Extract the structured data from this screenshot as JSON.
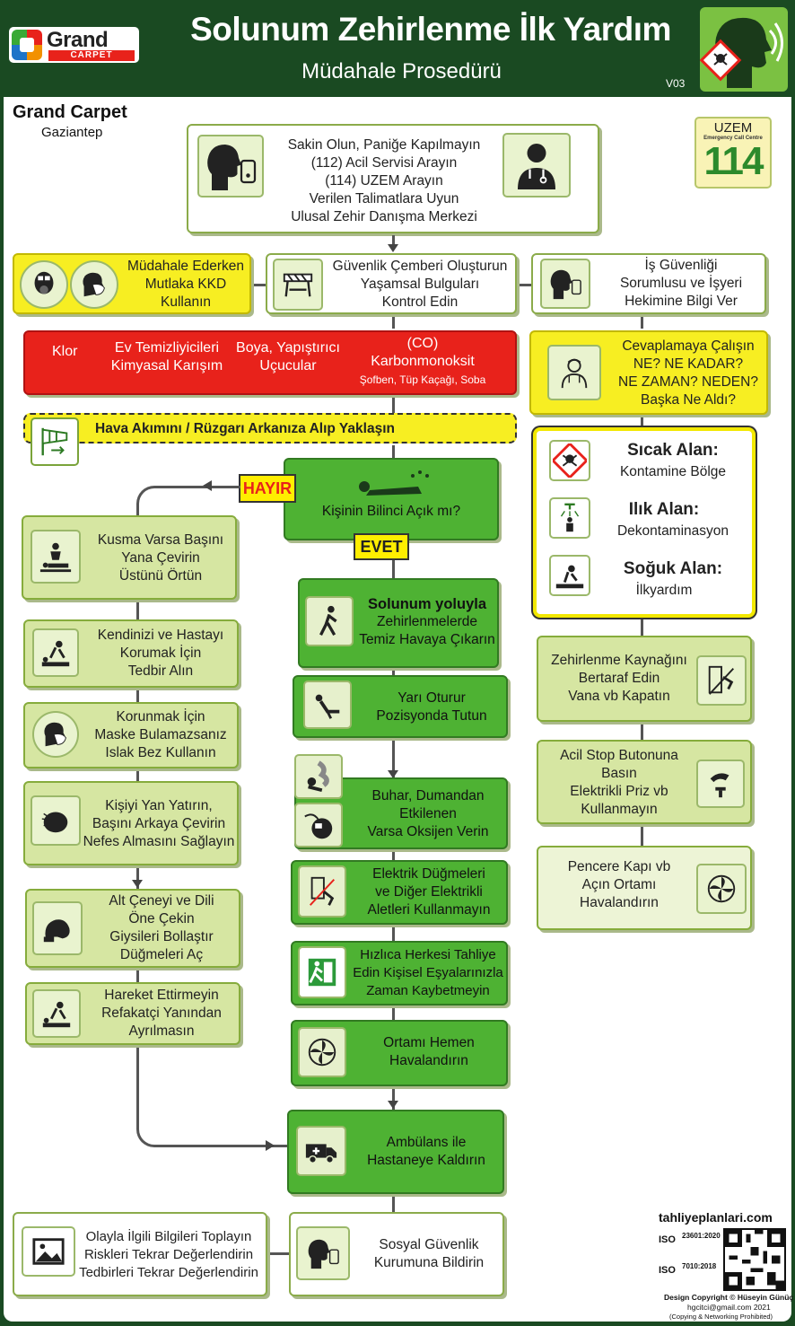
{
  "header": {
    "logo_main": "Grand",
    "logo_sub": "CARPET",
    "title": "Solunum Zehirlenme İlk Yardım",
    "subtitle": "Müdahale Prosedürü",
    "version": "V03"
  },
  "company": {
    "name": "Grand Carpet",
    "city": "Gaziantep"
  },
  "uzem": {
    "label": "UZEM",
    "sub": "Emergency Call Centre",
    "number": "114"
  },
  "top_box": {
    "lines": [
      "Sakin Olun, Paniğe Kapılmayın",
      "(112) Acil Servisi Arayın",
      "(114) UZEM Arayın",
      "Verilen Talimatlara Uyun",
      "Ulusal Zehir Danışma Merkezi"
    ]
  },
  "row2": {
    "kkd": [
      "Müdahale Ederken",
      "Mutlaka KKD",
      "Kullanın"
    ],
    "cember": [
      "Güvenlik Çemberi Oluşturun",
      "Yaşamsal Bulguları",
      "Kontrol Edin"
    ],
    "isg": [
      "İş Güvenliği",
      "Sorumlusu ve İşyeri",
      "Hekimine Bilgi Ver"
    ]
  },
  "red_box": {
    "klor": "Klor",
    "ev": [
      "Ev Temizliyicileri",
      "Kimyasal Karışım"
    ],
    "boya": [
      "Boya, Yapıştırıcı",
      "Uçucular"
    ],
    "co": [
      "(CO)",
      "Karbonmonoksit",
      "Şofben, Tüp Kaçağı, Soba"
    ]
  },
  "question_box": {
    "lines": [
      "Cevaplamaya Çalışın",
      "NE? NE KADAR?",
      "NE ZAMAN? NEDEN?",
      "Başka Ne Aldı?"
    ]
  },
  "wind_box": {
    "text": "Hava Akımını / Rüzgarı Arkanıza Alıp Yaklaşın"
  },
  "zones": [
    {
      "title": "Sıcak Alan:",
      "desc": "Kontamine Bölge"
    },
    {
      "title": "Ilık Alan:",
      "desc": "Dekontaminasyon"
    },
    {
      "title": "Soğuk Alan:",
      "desc": "İlkyardım"
    }
  ],
  "conscious": {
    "question": "Kişinin Bilinci Açık mı?",
    "no": "HAYIR",
    "yes": "EVET"
  },
  "left_steps": [
    [
      "Kusma Varsa Başını",
      "Yana Çevirin",
      "Üstünü Örtün"
    ],
    [
      "Kendinizi ve Hastayı",
      "Korumak İçin",
      "Tedbir Alın"
    ],
    [
      "Korunmak İçin",
      "Maske Bulamazsanız",
      "Islak Bez Kullanın"
    ],
    [
      "Kişiyi Yan Yatırın,",
      "Başını Arkaya Çevirin",
      "Nefes Almasını Sağlayın"
    ],
    [
      "Alt Çeneyi ve Dili",
      "Öne Çekin",
      "Giysileri Bollaştır",
      "Düğmeleri Aç"
    ],
    [
      "Hareket Ettirmeyin",
      "Refakatçi Yanından",
      "Ayrılmasın"
    ]
  ],
  "center_steps": [
    {
      "bold": "Solunum yoluyla",
      "lines": [
        "Zehirlenmelerde",
        "Temiz Havaya Çıkarın"
      ]
    },
    {
      "lines": [
        "Yarı Oturur",
        "Pozisyonda Tutun"
      ]
    },
    {
      "lines": [
        "Buhar, Dumandan",
        "Etkilenen",
        "Varsa Oksijen Verin"
      ]
    },
    {
      "lines": [
        "Elektrik Düğmeleri",
        "ve Diğer Elektrikli",
        "Aletleri Kullanmayın"
      ]
    },
    {
      "lines": [
        "Hızlıca Herkesi Tahliye",
        "Edin Kişisel Eşyalarınızla",
        "Zaman Kaybetmeyin"
      ]
    },
    {
      "lines": [
        "Ortamı Hemen",
        "Havalandırın"
      ]
    }
  ],
  "right_steps": [
    [
      "Zehirlenme Kaynağını",
      "Bertaraf Edin",
      "Vana vb Kapatın"
    ],
    [
      "Acil Stop Butonuna",
      "Basın",
      "Elektrikli Priz vb",
      "Kullanmayın"
    ],
    [
      "Pencere Kapı vb",
      "Açın Ortamı",
      "Havalandırın"
    ]
  ],
  "ambulance": {
    "lines": [
      "Ambülans ile",
      "Hastaneye Kaldırın"
    ]
  },
  "bottom_left": {
    "lines": [
      "Olayla İlgili Bilgileri Toplayın",
      "Riskleri Tekrar Değerlendirin",
      "Tedbirleri Tekrar Değerlendirin"
    ]
  },
  "bottom_mid": {
    "lines": [
      "Sosyal Güvenlik",
      "Kurumuna Bildirin"
    ]
  },
  "footer": {
    "site": "tahliyeplanlari.com",
    "iso1": "23601:2020",
    "iso2": "7010:2018",
    "iso_word": "ISO",
    "copyright": "Design Copyright © Hüseyin Günüç Çitçi",
    "email": "hgcitci@gmail.com 2021",
    "note": "(Copying & Networking Prohibited)"
  },
  "colors": {
    "dark_green": "#1a4a22",
    "green": "#4eb233",
    "light_green": "#d6e6a2",
    "yellow": "#f7ee22",
    "red": "#e8221b"
  }
}
